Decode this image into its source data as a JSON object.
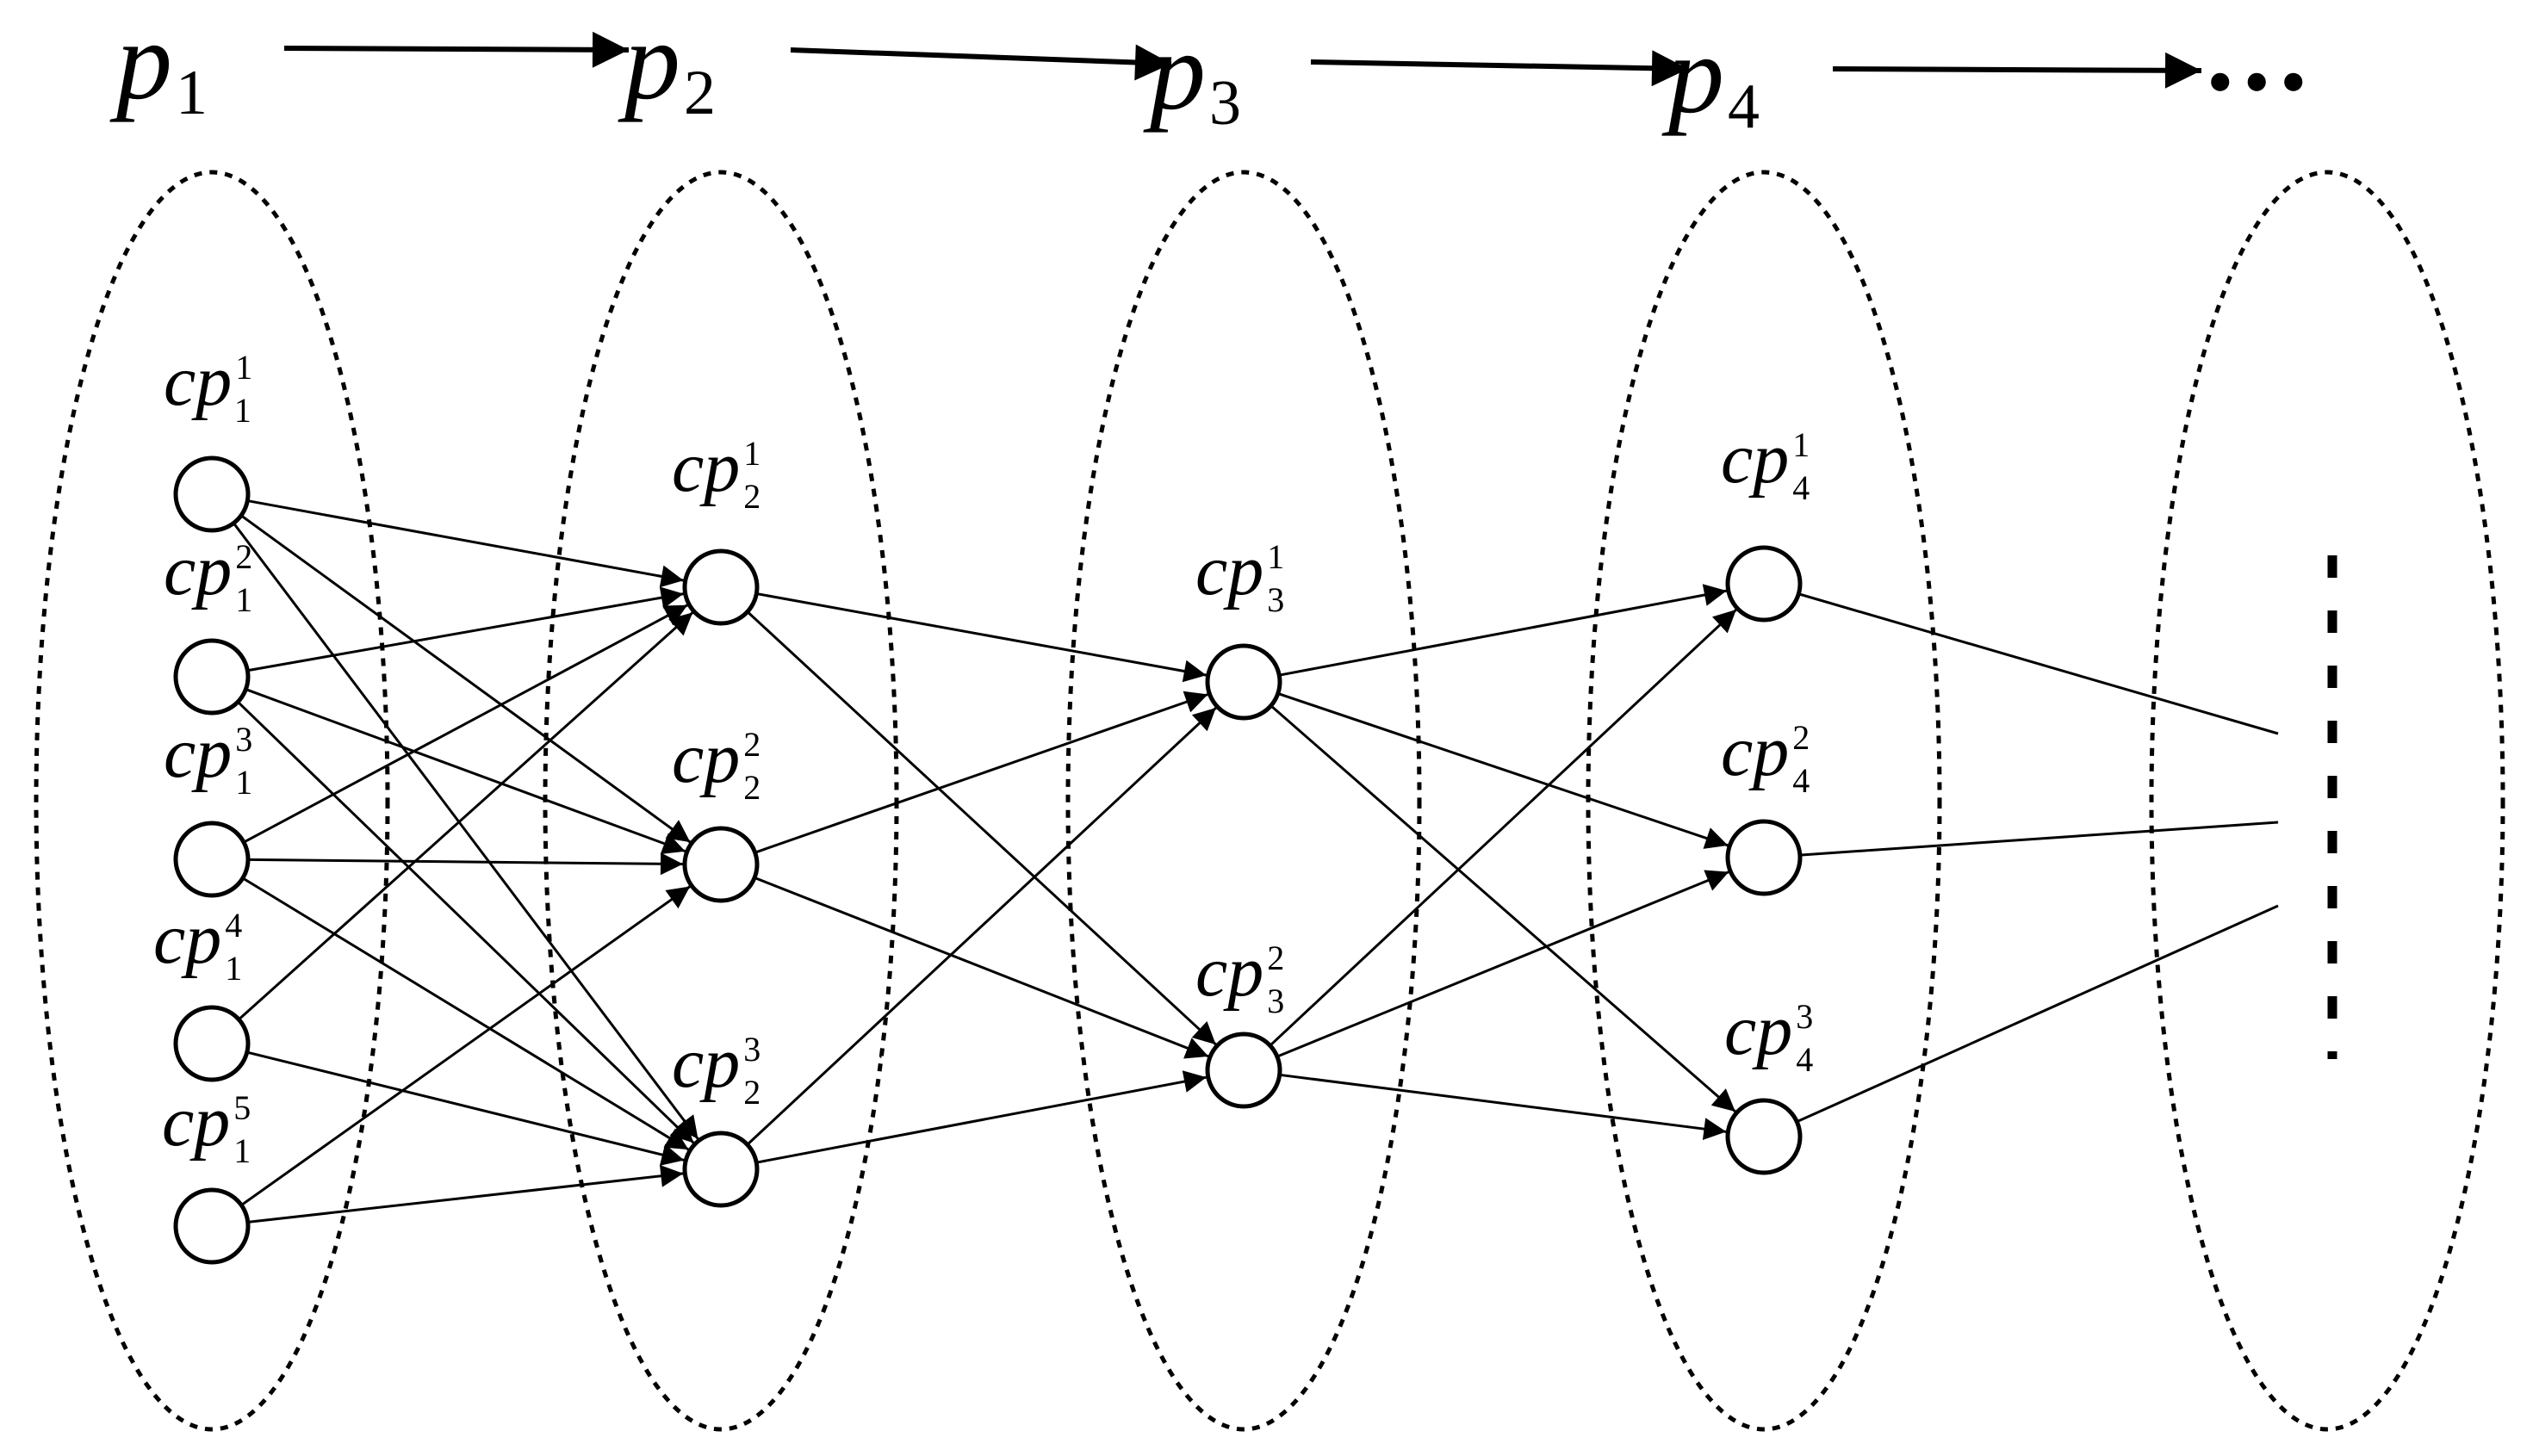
{
  "sequence": {
    "labels": [
      {
        "base": "p",
        "sub": "1"
      },
      {
        "base": "p",
        "sub": "2"
      },
      {
        "base": "p",
        "sub": "3"
      },
      {
        "base": "p",
        "sub": "4"
      }
    ],
    "ellipsis": "..."
  },
  "nodes": [
    {
      "id": "n1_1",
      "base": "cp",
      "sub": "1",
      "sup": "1"
    },
    {
      "id": "n1_2",
      "base": "cp",
      "sub": "1",
      "sup": "2"
    },
    {
      "id": "n1_3",
      "base": "cp",
      "sub": "1",
      "sup": "3"
    },
    {
      "id": "n1_4",
      "base": "cp",
      "sub": "1",
      "sup": "4"
    },
    {
      "id": "n1_5",
      "base": "cp",
      "sub": "1",
      "sup": "5"
    },
    {
      "id": "n2_1",
      "base": "cp",
      "sub": "2",
      "sup": "1"
    },
    {
      "id": "n2_2",
      "base": "cp",
      "sub": "2",
      "sup": "2"
    },
    {
      "id": "n2_3",
      "base": "cp",
      "sub": "2",
      "sup": "3"
    },
    {
      "id": "n3_1",
      "base": "cp",
      "sub": "3",
      "sup": "1"
    },
    {
      "id": "n3_2",
      "base": "cp",
      "sub": "3",
      "sup": "2"
    },
    {
      "id": "n4_1",
      "base": "cp",
      "sub": "4",
      "sup": "1"
    },
    {
      "id": "n4_2",
      "base": "cp",
      "sub": "4",
      "sup": "2"
    },
    {
      "id": "n4_3",
      "base": "cp",
      "sub": "4",
      "sup": "3"
    }
  ],
  "edges": [
    [
      "n1_1",
      "n2_1"
    ],
    [
      "n1_1",
      "n2_2"
    ],
    [
      "n1_1",
      "n2_3"
    ],
    [
      "n1_2",
      "n2_1"
    ],
    [
      "n1_2",
      "n2_2"
    ],
    [
      "n1_2",
      "n2_3"
    ],
    [
      "n1_3",
      "n2_1"
    ],
    [
      "n1_3",
      "n2_2"
    ],
    [
      "n1_3",
      "n2_3"
    ],
    [
      "n1_4",
      "n2_1"
    ],
    [
      "n1_4",
      "n2_3"
    ],
    [
      "n1_5",
      "n2_2"
    ],
    [
      "n1_5",
      "n2_3"
    ],
    [
      "n2_1",
      "n3_1"
    ],
    [
      "n2_1",
      "n3_2"
    ],
    [
      "n2_2",
      "n3_1"
    ],
    [
      "n2_2",
      "n3_2"
    ],
    [
      "n2_3",
      "n3_1"
    ],
    [
      "n2_3",
      "n3_2"
    ],
    [
      "n3_1",
      "n4_1"
    ],
    [
      "n3_1",
      "n4_2"
    ],
    [
      "n3_1",
      "n4_3"
    ],
    [
      "n3_2",
      "n4_1"
    ],
    [
      "n3_2",
      "n4_2"
    ],
    [
      "n3_2",
      "n4_3"
    ]
  ],
  "continuation_edges": [
    "n4_1",
    "n4_2",
    "n4_3"
  ],
  "colors": {
    "ink": "#000000",
    "background": "#ffffff"
  }
}
